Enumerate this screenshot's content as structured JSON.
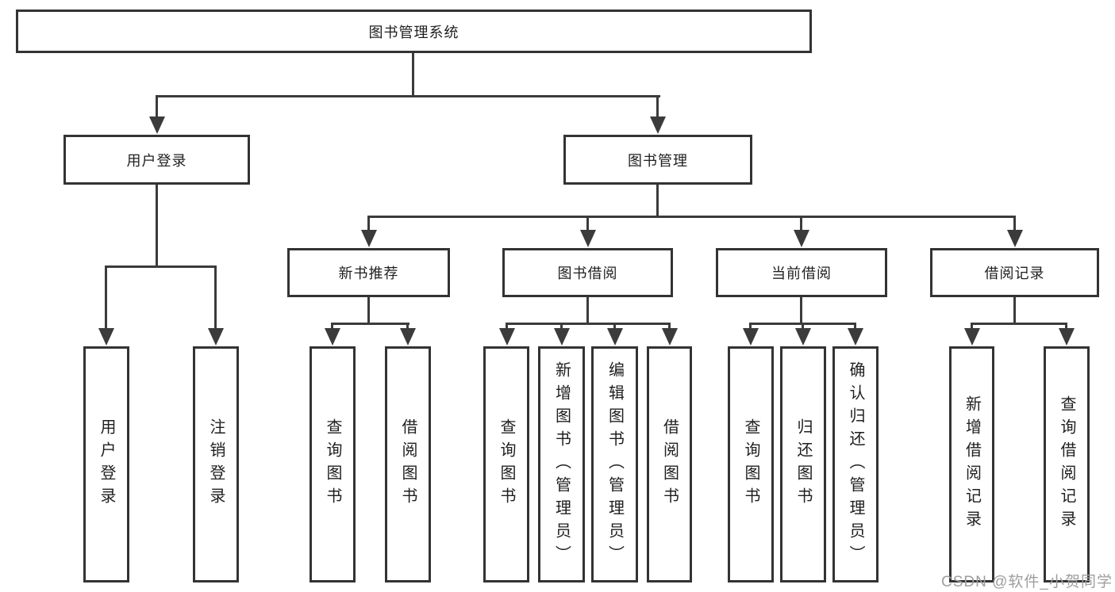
{
  "colors": {
    "line": "#3b3b3b",
    "box_border": "#333333",
    "box_fill": "#ffffff",
    "text": "#1f1f1f",
    "watermark": "#9e9e9e"
  },
  "watermark": {
    "text": "CSDN @软件_小贺同学"
  },
  "tree": {
    "root": {
      "label": "图书管理系统"
    },
    "branches": [
      {
        "label": "用户登录",
        "leaves": [
          {
            "label": "用户登录"
          },
          {
            "label": "注销登录"
          }
        ]
      },
      {
        "label": "图书管理",
        "groups": [
          {
            "label": "新书推荐",
            "leaves": [
              {
                "label": "查询图书"
              },
              {
                "label": "借阅图书"
              }
            ]
          },
          {
            "label": "图书借阅",
            "leaves": [
              {
                "label": "查询图书"
              },
              {
                "label": "新增图书（管理员）"
              },
              {
                "label": "编辑图书（管理员）"
              },
              {
                "label": "借阅图书"
              }
            ]
          },
          {
            "label": "当前借阅",
            "leaves": [
              {
                "label": "查询图书"
              },
              {
                "label": "归还图书"
              },
              {
                "label": "确认归还（管理员）"
              }
            ]
          },
          {
            "label": "借阅记录",
            "leaves": [
              {
                "label": "新增借阅记录"
              },
              {
                "label": "查询借阅记录"
              }
            ]
          }
        ]
      }
    ]
  }
}
